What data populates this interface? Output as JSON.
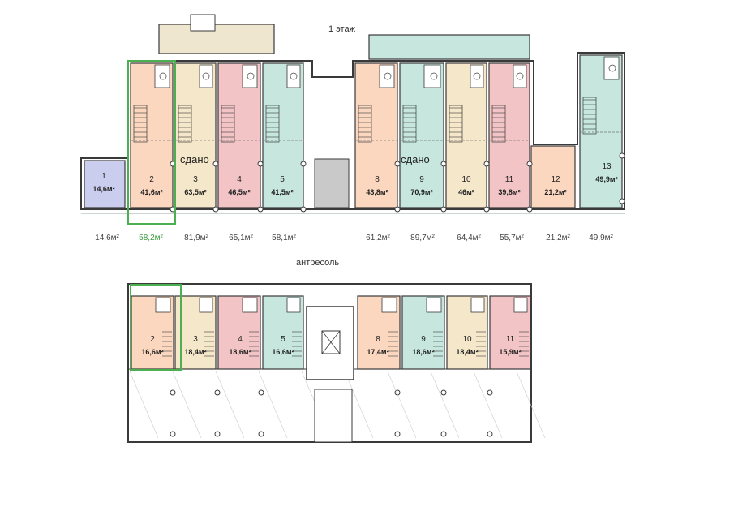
{
  "titles": {
    "floor1": "1 этаж",
    "mezzanine": "антресоль"
  },
  "status": {
    "rented_left": "сдано",
    "rented_right": "сдано"
  },
  "colors": {
    "wall": "#3a3a3a",
    "orange": "#fbd7bf",
    "beige": "#f5e7c9",
    "pink": "#f2c4c6",
    "teal": "#c6e6de",
    "lavender": "#cbcdee",
    "gray": "#c9c9c9",
    "terrace": "#efe6cf",
    "terrace_teal": "#c6e6de",
    "highlight": "#4caf50"
  },
  "floor1_units": [
    {
      "num": "1",
      "area": "14,6м²",
      "color": "lavender"
    },
    {
      "num": "2",
      "area": "41,6м²",
      "color": "orange",
      "highlighted": true
    },
    {
      "num": "3",
      "area": "63,5м²",
      "color": "beige"
    },
    {
      "num": "4",
      "area": "46,5м²",
      "color": "pink"
    },
    {
      "num": "5",
      "area": "41,5м²",
      "color": "teal"
    },
    {
      "num": "8",
      "area": "43,8м²",
      "color": "orange"
    },
    {
      "num": "9",
      "area": "70,9м²",
      "color": "teal"
    },
    {
      "num": "10",
      "area": "46м²",
      "color": "beige"
    },
    {
      "num": "11",
      "area": "39,8м²",
      "color": "pink"
    },
    {
      "num": "12",
      "area": "21,2м²",
      "color": "orange"
    },
    {
      "num": "13",
      "area": "49,9м²",
      "color": "teal"
    }
  ],
  "totals": [
    {
      "text": "14,6м²"
    },
    {
      "text": "58,2м²",
      "highlighted": true
    },
    {
      "text": "81,9м²"
    },
    {
      "text": "65,1м²"
    },
    {
      "text": "58,1м²"
    },
    {
      "text": "61,2м²"
    },
    {
      "text": "89,7м²"
    },
    {
      "text": "64,4м²"
    },
    {
      "text": "55,7м²"
    },
    {
      "text": "21,2м²"
    },
    {
      "text": "49,9м²"
    }
  ],
  "mezz_units": [
    {
      "num": "2",
      "area": "16,6м²",
      "color": "orange",
      "highlighted": true
    },
    {
      "num": "3",
      "area": "18,4м²",
      "color": "beige"
    },
    {
      "num": "4",
      "area": "18,6м²",
      "color": "pink"
    },
    {
      "num": "5",
      "area": "16,6м²",
      "color": "teal"
    },
    {
      "num": "8",
      "area": "17,4м²",
      "color": "orange"
    },
    {
      "num": "9",
      "area": "18,6м²",
      "color": "teal"
    },
    {
      "num": "10",
      "area": "18,4м²",
      "color": "beige"
    },
    {
      "num": "11",
      "area": "15,9м²",
      "color": "pink"
    }
  ]
}
